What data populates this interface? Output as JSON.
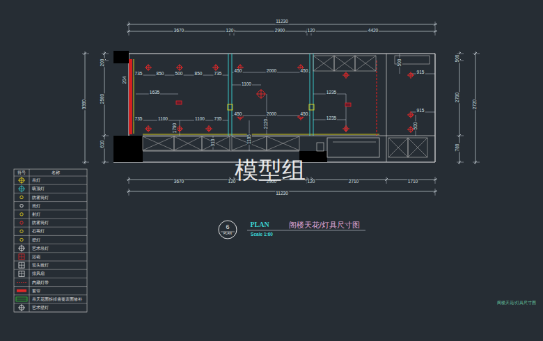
{
  "diagram": {
    "title": "阁楼天花/灯具尺寸图",
    "caption": "阁楼天花/灯具尺寸图",
    "nodes": [
      {
        "text": [
          "6",
          "PLAN"
        ]
      }
    ],
    "labels": [
      "11230",
      "3670",
      "120",
      "2900",
      "120",
      "4420",
      "3670",
      "120",
      "2900",
      "120",
      "2710",
      "1710",
      "11230",
      "200",
      "2580",
      "610",
      "3390",
      "204",
      "500",
      "2790",
      "780",
      "2720",
      "735",
      "850",
      "500",
      "850",
      "735",
      "450",
      "2000",
      "450",
      "1100",
      "1635",
      "735",
      "1100",
      "1100",
      "735",
      "1790",
      "450",
      "2000",
      "450",
      "2120",
      "1105",
      "310",
      "1235",
      "1235",
      "915",
      "915",
      "500",
      "500",
      "符号",
      "名称",
      "PLAN",
      "Scale 1:60",
      "模型组"
    ],
    "legend": [
      {
        "text": "吊灯"
      },
      {
        "text": "吸顶灯"
      },
      {
        "text": "防雾筒灯"
      },
      {
        "text": "筒灯"
      },
      {
        "text": "射灯"
      },
      {
        "text": "防雾筒灯"
      },
      {
        "text": "石英灯"
      },
      {
        "text": "壁灯"
      },
      {
        "text": "艺术吊灯"
      },
      {
        "text": "浴霸"
      },
      {
        "text": "双头嵌灯"
      },
      {
        "text": "排风扇"
      },
      {
        "text": "内藏灯带"
      },
      {
        "text": "窗帘"
      },
      {
        "text": "吊天花面拆掉需要表面修补"
      },
      {
        "text": "艺术壁灯"
      }
    ]
  }
}
